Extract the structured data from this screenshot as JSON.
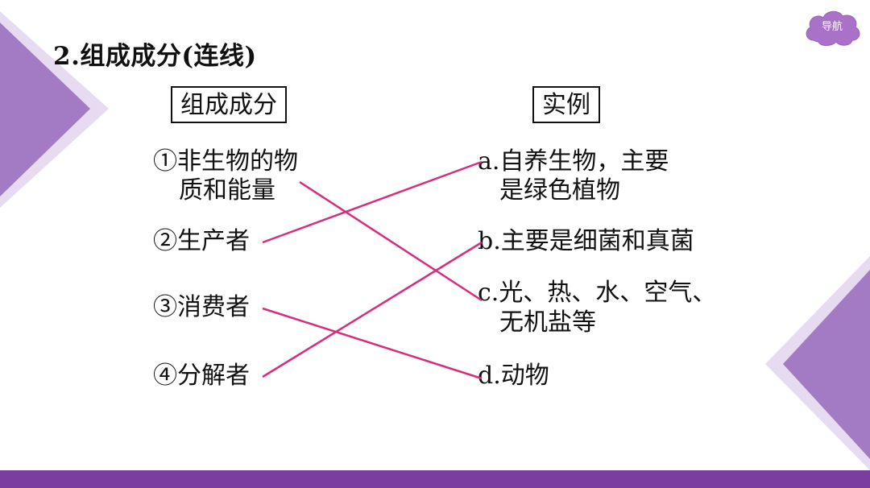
{
  "slide": {
    "title": "2.组成成分(连线)",
    "nav_label": "导航",
    "colors": {
      "accent": "#7a3ea0",
      "line": "#d62d7f",
      "deco_light": "#d7c5e8",
      "deco_mid": "#b294cf"
    }
  },
  "headers": {
    "left": "组成成分",
    "right": "实例"
  },
  "left_items": [
    {
      "line1": "①非生物的物",
      "line2": "质和能量"
    },
    {
      "line1": "②生产者"
    },
    {
      "line1": "③消费者"
    },
    {
      "line1": "④分解者"
    }
  ],
  "right_items": [
    {
      "line1": "a.自养生物，主要",
      "line2": "是绿色植物"
    },
    {
      "line1": "b.主要是细菌和真菌"
    },
    {
      "line1": "c.光、热、水、空气、",
      "line2": "无机盐等"
    },
    {
      "line1": "d.动物"
    }
  ],
  "connections": [
    {
      "from": "①",
      "to": "c"
    },
    {
      "from": "②",
      "to": "a"
    },
    {
      "from": "③",
      "to": "d"
    },
    {
      "from": "④",
      "to": "b"
    }
  ]
}
